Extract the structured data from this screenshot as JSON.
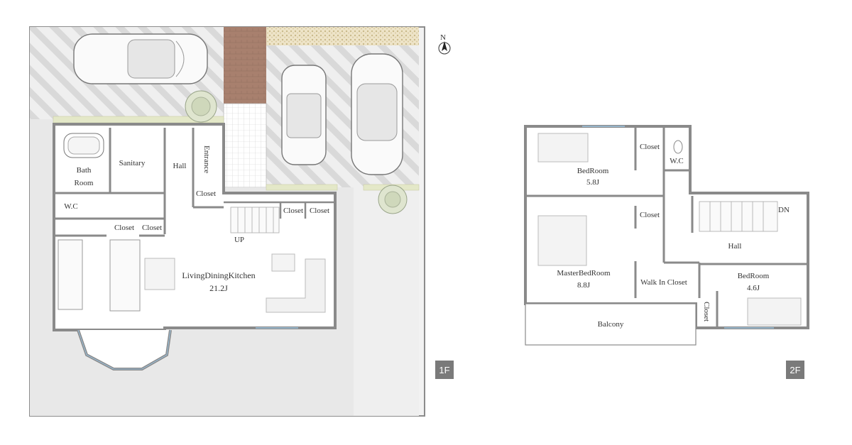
{
  "north_label": "N",
  "floor1": {
    "badge": "1F",
    "rooms": {
      "bath": [
        "Bath",
        "Room"
      ],
      "sanitary": "Sanitary",
      "hall": "Hall",
      "entrance": "Entrance",
      "wc": "W.C",
      "ldk": [
        "LivingDiningKitchen",
        "21.2J"
      ],
      "closet_entrance": "Closet",
      "closet_stair1": "Closet",
      "closet_stair2": "Closet",
      "closet_hall1": "Closet",
      "closet_hall2": "Closet",
      "up": "UP"
    }
  },
  "floor2": {
    "badge": "2F",
    "rooms": {
      "bed1": [
        "BedRoom",
        "5.8J"
      ],
      "closet1": "Closet",
      "wc": "W.C",
      "closet2": "Closet",
      "dn": "DN",
      "hall": "Hall",
      "master": [
        "MasterBedRoom",
        "8.8J"
      ],
      "walkin": "Walk In Closet",
      "bed2": [
        "BedRoom",
        "4.6J"
      ],
      "closet3": "Closet",
      "balcony": "Balcony"
    }
  },
  "colors": {
    "wall": "#8a8a8a",
    "yard": "#e9e9e9",
    "brick": "#a87c6a",
    "stripe": "#d6d6d6",
    "window": "#9bc3e0"
  }
}
